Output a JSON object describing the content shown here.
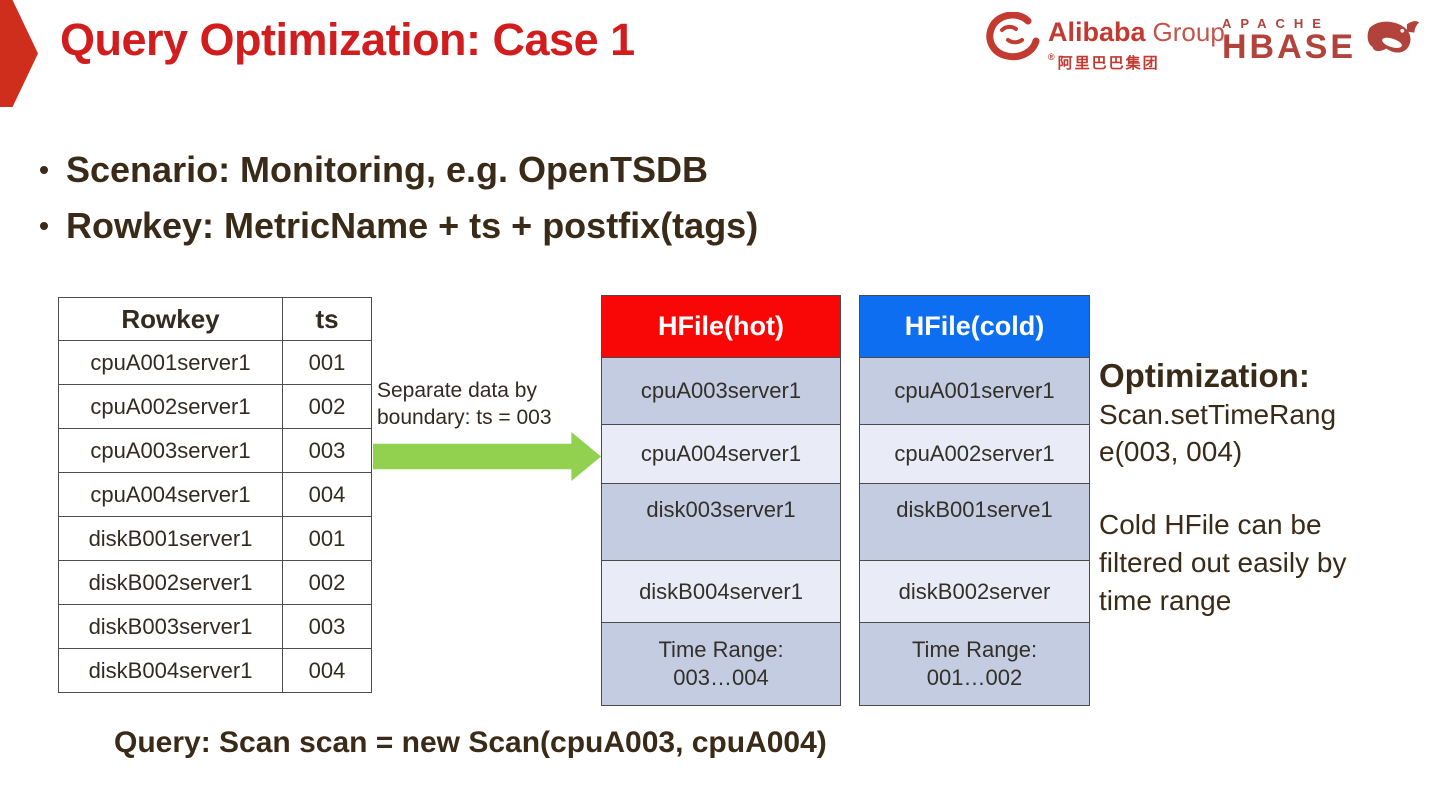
{
  "slide": {
    "title": "Query Optimization: Case 1",
    "bullets": [
      "Scenario: Monitoring, e.g. OpenTSDB",
      "Rowkey: MetricName + ts + postfix(tags)"
    ],
    "query_line": "Query: Scan scan = new Scan(cpuA003, cpuA004)"
  },
  "logos": {
    "alibaba": {
      "name": "Alibaba",
      "suffix": "Group",
      "registered": "®",
      "chinese": "阿里巴巴集团",
      "mark_icon": "alibaba-smile-swirl"
    },
    "hbase": {
      "top": "APACHE",
      "main": "HBASE",
      "mascot_icon": "orca-whale"
    }
  },
  "rowkey_table": {
    "headers": [
      "Rowkey",
      "ts"
    ],
    "rows": [
      {
        "rowkey": "cpuA001server1",
        "ts": "001"
      },
      {
        "rowkey": "cpuA002server1",
        "ts": "002"
      },
      {
        "rowkey": "cpuA003server1",
        "ts": "003"
      },
      {
        "rowkey": "cpuA004server1",
        "ts": "004"
      },
      {
        "rowkey": "diskB001server1",
        "ts": "001"
      },
      {
        "rowkey": "diskB002server1",
        "ts": "002"
      },
      {
        "rowkey": "diskB003server1",
        "ts": "003"
      },
      {
        "rowkey": "diskB004server1",
        "ts": "004"
      }
    ]
  },
  "separator": {
    "label_lines": [
      "Separate data by",
      "boundary: ts = 003"
    ]
  },
  "hfiles": {
    "hot": {
      "title": "HFile(hot)",
      "rows": [
        "cpuA003server1",
        "cpuA004server1",
        "disk003server1",
        "diskB004server1"
      ],
      "time_range_lines": [
        "Time Range:",
        "003…004"
      ]
    },
    "cold": {
      "title": "HFile(cold)",
      "rows": [
        "cpuA001server1",
        "cpuA002server1",
        "diskB001serve1",
        "diskB002server"
      ],
      "time_range_lines": [
        "Time Range:",
        "001…002"
      ]
    }
  },
  "right_panel": {
    "heading": "Optimization:",
    "code_lines": [
      "Scan.setTimeRang",
      "e(003, 004)"
    ],
    "note_lines": [
      "Cold HFile can be",
      "filtered out easily by",
      "time range"
    ]
  },
  "colors": {
    "title_red": "#d11d1d",
    "chevron_red": "#cf2e1d",
    "hot_header_red": "#f90606",
    "cold_header_blue": "#0d6ef2",
    "hfile_row_dark": "#c3cce0",
    "hfile_row_light": "#e9ecf6",
    "arrow_green": "#92d050",
    "logo_red": "#b2423c",
    "body_text": "#3a2a18"
  }
}
